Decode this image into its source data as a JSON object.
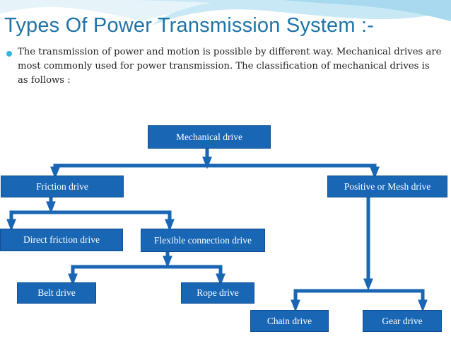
{
  "slide": {
    "title": "Types Of Power Transmission System :-",
    "body": "The transmission of power and motion is possible by different way. Mechanical drives are most commonly used for power transmission. The classification of mechanical drives is as follows :"
  },
  "diagram": {
    "nodes": {
      "mechanical_drive": "Mechanical  drive",
      "friction_drive": "Friction drive",
      "positive_mesh_drive": "Positive or Mesh drive",
      "direct_friction_drive": "Direct friction drive",
      "flexible_connection_drive": "Flexible connection drive",
      "belt_drive": "Belt  drive",
      "rope_drive": "Rope  drive",
      "chain_drive": "Chain drive",
      "gear_drive": "Gear   drive"
    },
    "edges": [
      [
        "mechanical_drive",
        "friction_drive"
      ],
      [
        "mechanical_drive",
        "positive_mesh_drive"
      ],
      [
        "friction_drive",
        "direct_friction_drive"
      ],
      [
        "friction_drive",
        "flexible_connection_drive"
      ],
      [
        "flexible_connection_drive",
        "belt_drive"
      ],
      [
        "flexible_connection_drive",
        "rope_drive"
      ],
      [
        "positive_mesh_drive",
        "chain_drive"
      ],
      [
        "positive_mesh_drive",
        "gear_drive"
      ]
    ],
    "colors": {
      "node_fill": "#1866b4",
      "connector": "#1866b4",
      "title": "#1f74a7",
      "bullet": "#35b3e0"
    }
  }
}
